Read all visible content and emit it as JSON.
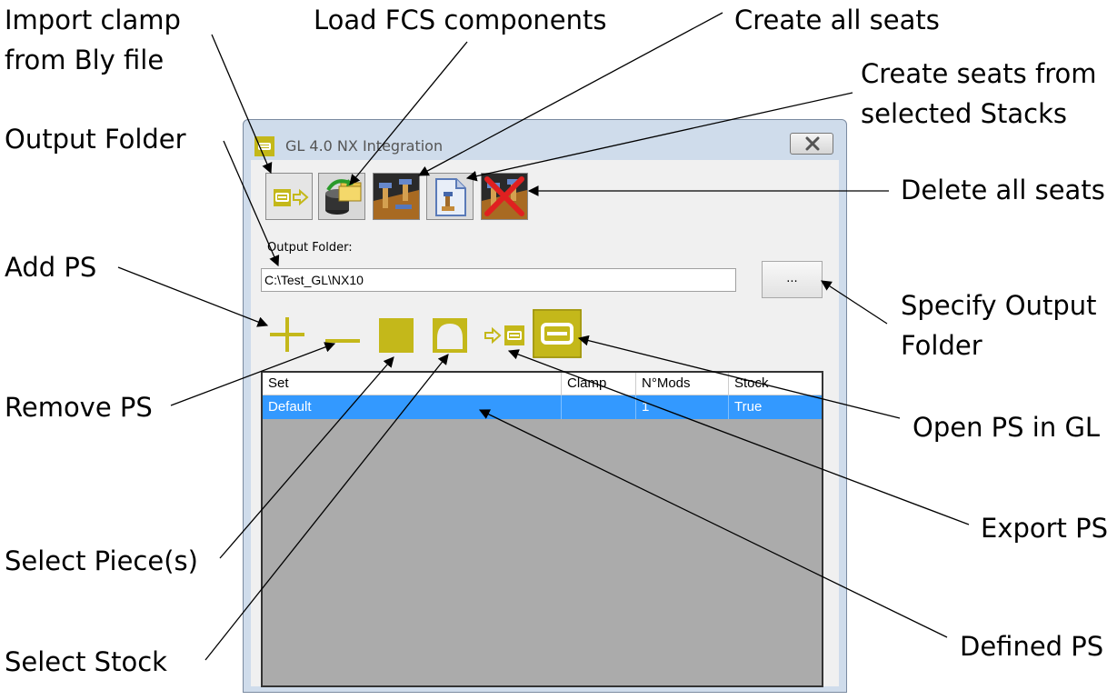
{
  "window": {
    "title": "GL 4.0 NX Integration",
    "output_folder_label": "Output Folder:",
    "output_folder_value": "C:\\Test_GL\\NX10",
    "browse_label": "...",
    "table": {
      "columns": [
        "Set",
        "Clamp",
        "N°Mods",
        "Stock"
      ],
      "rows": [
        [
          "Default",
          "",
          "1",
          "True"
        ]
      ]
    }
  },
  "callouts": {
    "import_clamp": [
      "Import clamp",
      "from Bly file"
    ],
    "load_fcs": "Load FCS components",
    "create_all": "Create all seats",
    "create_selected": [
      "Create seats from",
      "selected Stacks"
    ],
    "output_folder": "Output Folder",
    "delete_all": "Delete all seats",
    "add_ps": "Add PS",
    "specify_output": [
      "Specify Output",
      "Folder"
    ],
    "remove_ps": "Remove PS",
    "open_ps": "Open PS in GL",
    "export_ps": "Export PS",
    "select_pieces": "Select Piece(s)",
    "defined_ps": "Defined PS",
    "select_stock": "Select Stock"
  },
  "colors": {
    "brand": "#c4b81a",
    "selection": "#3399ff",
    "grid_bg": "#ababab"
  },
  "icons": {
    "toolbar": [
      "import-clamp-icon",
      "load-fcs-icon",
      "create-all-seats-icon",
      "create-selected-seats-icon",
      "delete-all-seats-icon"
    ],
    "ps_tools": [
      "plus-icon",
      "minus-icon",
      "filled-square-icon",
      "arch-icon",
      "export-arrow-icon",
      "open-gl-icon"
    ]
  }
}
